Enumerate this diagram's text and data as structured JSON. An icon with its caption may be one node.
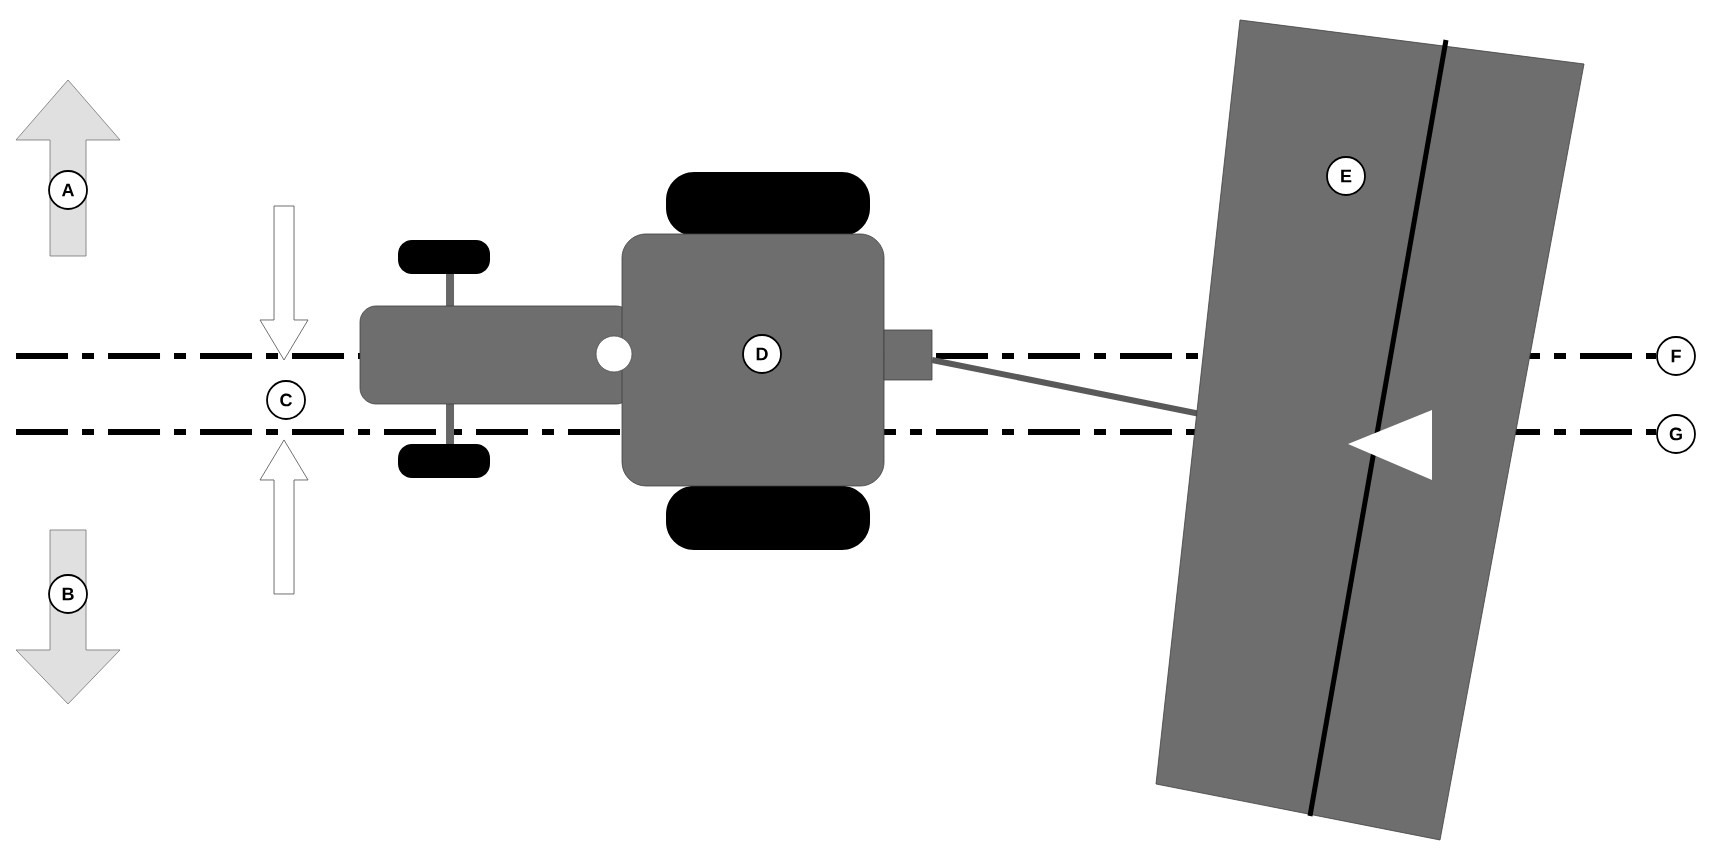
{
  "diagram": {
    "labels": [
      "A",
      "B",
      "C",
      "D",
      "E",
      "F",
      "G"
    ]
  }
}
